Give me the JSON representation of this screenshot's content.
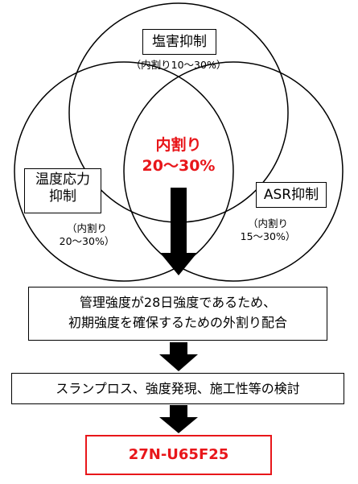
{
  "circles": {
    "salt": {
      "title": "塩害抑制",
      "range": "（内割り10〜30%）"
    },
    "temperature": {
      "title_line1": "温度応力",
      "title_line2": "抑制",
      "range_line1": "（内割り",
      "range_line2": "20〜30%）"
    },
    "asr": {
      "title": "ASR抑制",
      "range_line1": "（内割り",
      "range_line2": "15〜30%）"
    },
    "center": {
      "line1": "内割り",
      "line2": "20〜30%"
    }
  },
  "steps": {
    "step1_line1": "管理強度が28日強度であるため、",
    "step1_line2": "初期強度を確保するための外割り配合",
    "step2": "スランプロス、強度発現、施工性等の検討",
    "result": "27N-U65F25"
  },
  "colors": {
    "accent_red": "#e8161a",
    "line": "#000000"
  }
}
